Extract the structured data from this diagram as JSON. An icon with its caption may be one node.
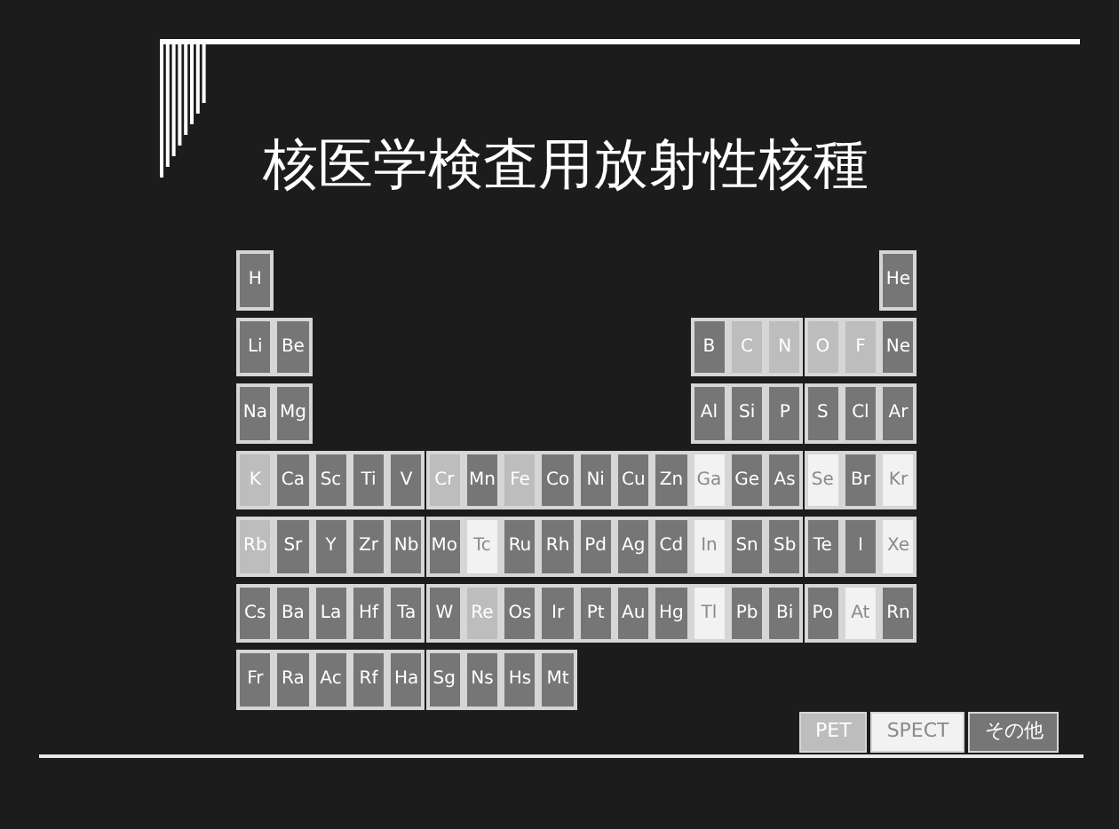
{
  "diagram": {
    "title": "核医学検査用放射性核種",
    "nodes": [
      {
        "text": [
          "H"
        ]
      },
      {
        "text": [
          "He"
        ]
      },
      {
        "text": [
          "Li"
        ]
      },
      {
        "text": [
          "Be"
        ]
      },
      {
        "text": [
          "B"
        ]
      },
      {
        "text": [
          "C"
        ]
      },
      {
        "text": [
          "N"
        ]
      },
      {
        "text": [
          "O"
        ]
      },
      {
        "text": [
          "F"
        ]
      },
      {
        "text": [
          "Ne"
        ]
      },
      {
        "text": [
          "Na"
        ]
      },
      {
        "text": [
          "Mg"
        ]
      },
      {
        "text": [
          "Al"
        ]
      },
      {
        "text": [
          "Si"
        ]
      },
      {
        "text": [
          "P"
        ]
      },
      {
        "text": [
          "S"
        ]
      },
      {
        "text": [
          "Cl"
        ]
      },
      {
        "text": [
          "Ar"
        ]
      },
      {
        "text": [
          "K"
        ]
      },
      {
        "text": [
          "Ca"
        ]
      },
      {
        "text": [
          "Sc"
        ]
      },
      {
        "text": [
          "Ti"
        ]
      },
      {
        "text": [
          "V"
        ]
      },
      {
        "text": [
          "Cr"
        ]
      },
      {
        "text": [
          "Mn"
        ]
      },
      {
        "text": [
          "Fe"
        ]
      },
      {
        "text": [
          "Co"
        ]
      },
      {
        "text": [
          "Ni"
        ]
      },
      {
        "text": [
          "Cu"
        ]
      },
      {
        "text": [
          "Zn"
        ]
      },
      {
        "text": [
          "Ga"
        ]
      },
      {
        "text": [
          "Ge"
        ]
      },
      {
        "text": [
          "As"
        ]
      },
      {
        "text": [
          "Se"
        ]
      },
      {
        "text": [
          "Br"
        ]
      },
      {
        "text": [
          "Kr"
        ]
      },
      {
        "text": [
          "Rb"
        ]
      },
      {
        "text": [
          "Sr"
        ]
      },
      {
        "text": [
          "Y"
        ]
      },
      {
        "text": [
          "Zr"
        ]
      },
      {
        "text": [
          "Nb"
        ]
      },
      {
        "text": [
          "Mo"
        ]
      },
      {
        "text": [
          "Tc"
        ]
      },
      {
        "text": [
          "Ru"
        ]
      },
      {
        "text": [
          "Rh"
        ]
      },
      {
        "text": [
          "Pd"
        ]
      },
      {
        "text": [
          "Ag"
        ]
      },
      {
        "text": [
          "Cd"
        ]
      },
      {
        "text": [
          "In"
        ]
      },
      {
        "text": [
          "Sn"
        ]
      },
      {
        "text": [
          "Sb"
        ]
      },
      {
        "text": [
          "Te"
        ]
      },
      {
        "text": [
          "I"
        ]
      },
      {
        "text": [
          "Xe"
        ]
      },
      {
        "text": [
          "Cs"
        ]
      },
      {
        "text": [
          "Ba"
        ]
      },
      {
        "text": [
          "La"
        ]
      },
      {
        "text": [
          "Hf"
        ]
      },
      {
        "text": [
          "Ta"
        ]
      },
      {
        "text": [
          "W"
        ]
      },
      {
        "text": [
          "Re"
        ]
      },
      {
        "text": [
          "Os"
        ]
      },
      {
        "text": [
          "Ir"
        ]
      },
      {
        "text": [
          "Pt"
        ]
      },
      {
        "text": [
          "Au"
        ]
      },
      {
        "text": [
          "Hg"
        ]
      },
      {
        "text": [
          "Tl"
        ]
      },
      {
        "text": [
          "Pb"
        ]
      },
      {
        "text": [
          "Bi"
        ]
      },
      {
        "text": [
          "Po"
        ]
      },
      {
        "text": [
          "At"
        ]
      },
      {
        "text": [
          "Rn"
        ]
      },
      {
        "text": [
          "Fr"
        ]
      },
      {
        "text": [
          "Ra"
        ]
      },
      {
        "text": [
          "Ac"
        ]
      },
      {
        "text": [
          "Rf"
        ]
      },
      {
        "text": [
          "Ha"
        ]
      },
      {
        "text": [
          "Sg"
        ]
      },
      {
        "text": [
          "Ns"
        ]
      },
      {
        "text": [
          "Hs"
        ]
      },
      {
        "text": [
          "Mt"
        ]
      }
    ],
    "legend": [
      {
        "text": "PET",
        "color": "#bdbdbd"
      },
      {
        "text": "SPECT",
        "color": "#f2f2f2"
      },
      {
        "text": "その他",
        "color": "#767676"
      }
    ]
  }
}
